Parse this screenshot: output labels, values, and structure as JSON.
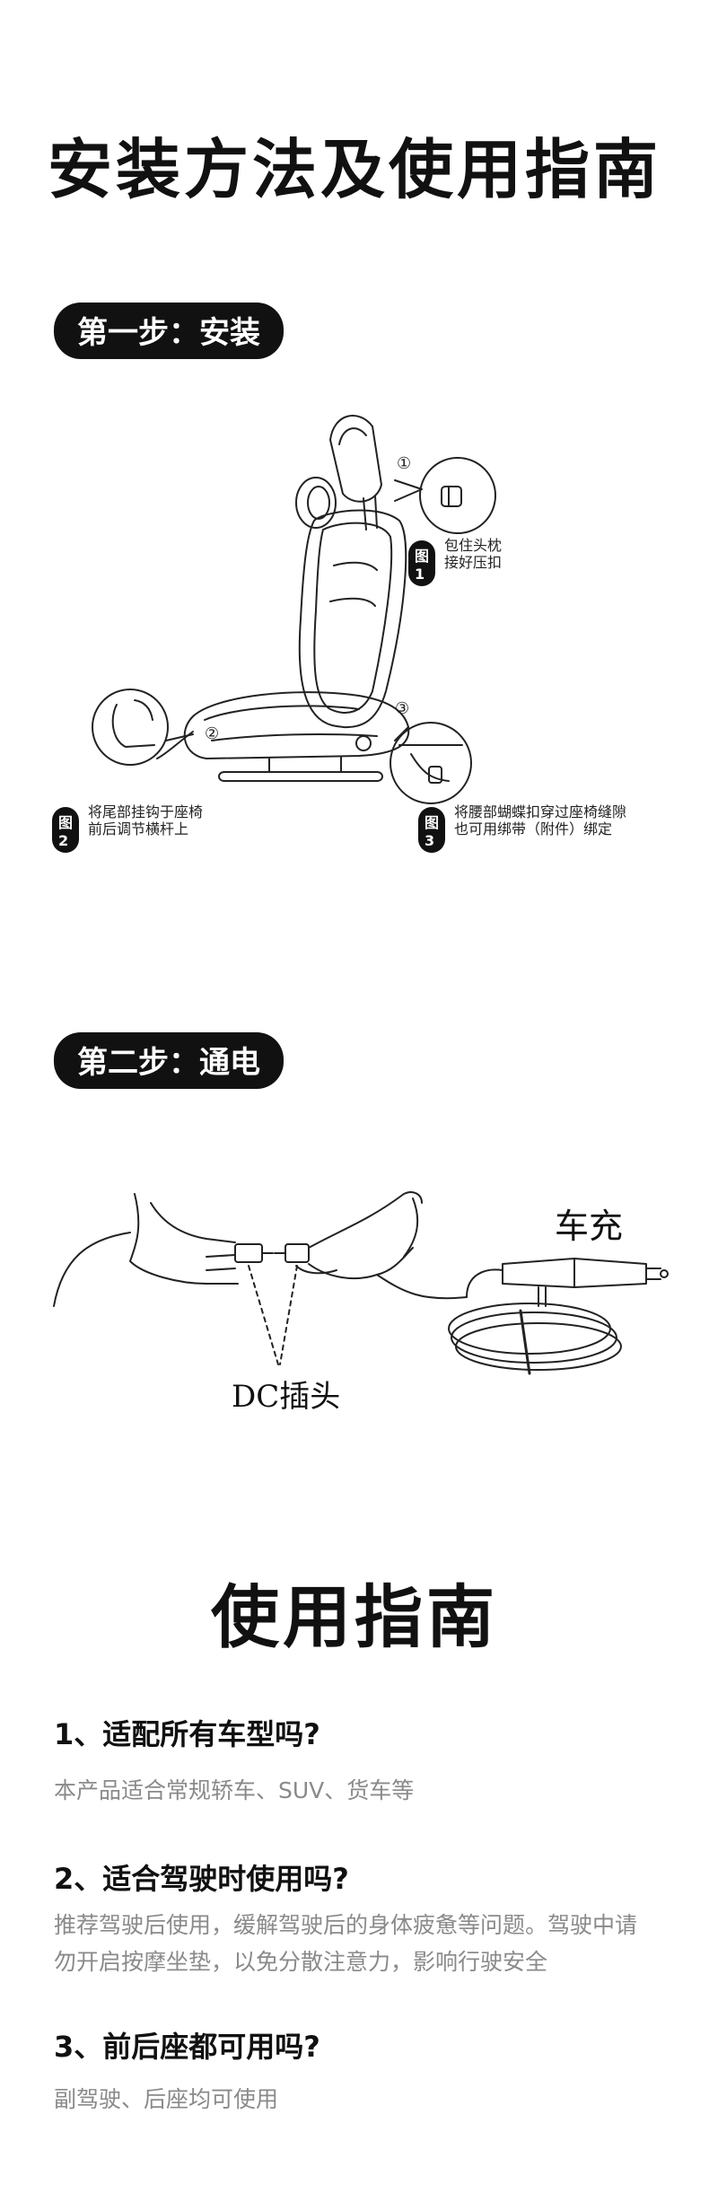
{
  "page_title": "安装方法及使用指南",
  "step1": {
    "label": "第一步：安装",
    "callouts": [
      {
        "badge": "图1",
        "marker": "①",
        "text_line1": "包住头枕",
        "text_line2": "接好压扣"
      },
      {
        "badge": "图2",
        "marker": "②",
        "text_line1": "将尾部挂钩于座椅",
        "text_line2": "前后调节横杆上"
      },
      {
        "badge": "图3",
        "marker": "③",
        "text_line1": "将腰部蝴蝶扣穿过座椅缝隙",
        "text_line2": "也可用绑带（附件）绑定"
      }
    ]
  },
  "step2": {
    "label": "第二步：通电",
    "dc_label": "DC插头",
    "car_label": "车充"
  },
  "guide": {
    "title": "使用指南",
    "items": [
      {
        "question": "1、适配所有车型吗?",
        "answer": "本产品适合常规轿车、SUV、货车等"
      },
      {
        "question": "2、适合驾驶时使用吗?",
        "answer": "推荐驾驶后使用，缓解驾驶后的身体疲惫等问题。驾驶中请勿开启按摩坐垫，以免分散注意力，影响行驶安全"
      },
      {
        "question": "3、前后座都可用吗?",
        "answer": "副驾驶、后座均可使用"
      }
    ]
  }
}
